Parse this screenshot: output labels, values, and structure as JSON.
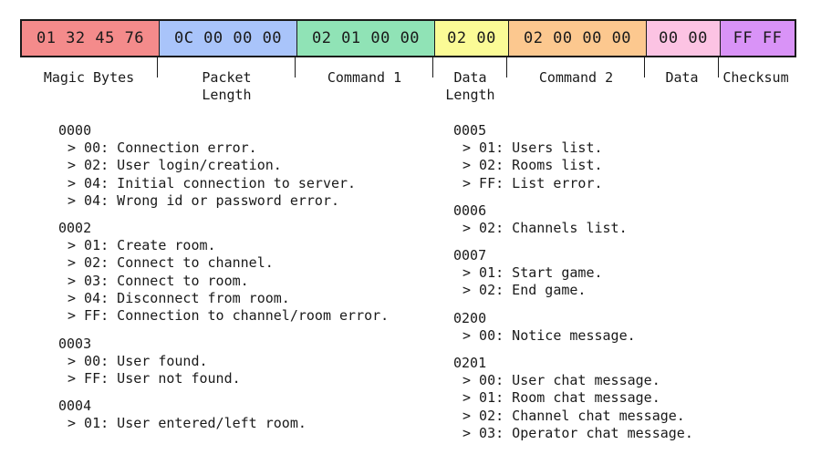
{
  "packet_fields": [
    {
      "bytes": "01 32 45 76",
      "label": "Magic Bytes",
      "color": "#f48b8b"
    },
    {
      "bytes": "0C 00 00 00",
      "label": "Packet\nLength",
      "color": "#a9c4fa"
    },
    {
      "bytes": "02 01 00 00",
      "label": "Command 1",
      "color": "#90e3b6"
    },
    {
      "bytes": "02 00",
      "label": "Data\nLength",
      "color": "#fbfb96"
    },
    {
      "bytes": "02 00 00 00",
      "label": "Command 2",
      "color": "#fcc88f"
    },
    {
      "bytes": "00 00",
      "label": "Data",
      "color": "#fcc3e3"
    },
    {
      "bytes": "FF FF",
      "label": "Checksum",
      "color": "#d993f7"
    }
  ],
  "commands_left": [
    {
      "code": "0000",
      "items": [
        "> 00: Connection error.",
        "> 02: User login/creation.",
        "> 04: Initial connection to server.",
        "> 04: Wrong id or password error."
      ]
    },
    {
      "code": "0002",
      "items": [
        "> 01: Create room.",
        "> 02: Connect to channel.",
        "> 03: Connect to room.",
        "> 04: Disconnect from room.",
        "> FF: Connection to channel/room error."
      ]
    },
    {
      "code": "0003",
      "items": [
        "> 00: User found.",
        "> FF: User not found."
      ]
    },
    {
      "code": "0004",
      "items": [
        "> 01: User entered/left room."
      ]
    }
  ],
  "commands_right": [
    {
      "code": "0005",
      "items": [
        "> 01: Users list.",
        "> 02: Rooms list.",
        "> FF: List error."
      ]
    },
    {
      "code": "0006",
      "items": [
        "> 02: Channels list."
      ]
    },
    {
      "code": "0007",
      "items": [
        "> 01: Start game.",
        "> 02: End game."
      ]
    },
    {
      "code": "0200",
      "items": [
        "> 00: Notice message."
      ]
    },
    {
      "code": "0201",
      "items": [
        "> 00: User chat message.",
        "> 01: Room chat message.",
        "> 02: Channel chat message.",
        "> 03: Operator chat message."
      ]
    }
  ]
}
